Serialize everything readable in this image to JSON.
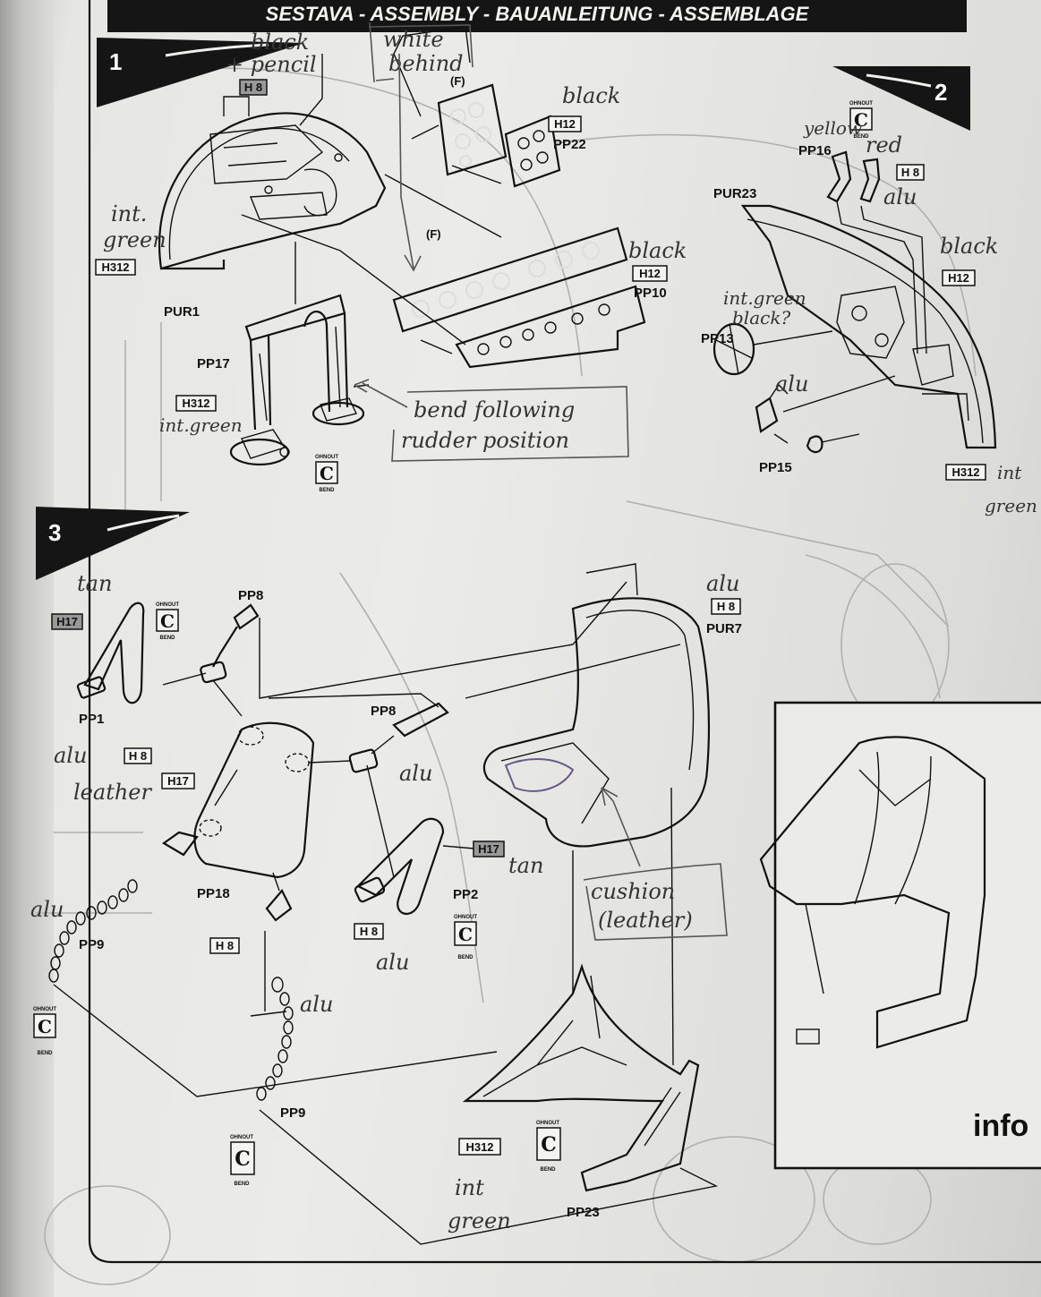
{
  "header": {
    "title": "SESTAVA - ASSEMBLY - BAUANLEITUNG - ASSEMBLAGE"
  },
  "steps": [
    {
      "number": "1"
    },
    {
      "number": "2"
    },
    {
      "number": "3"
    }
  ],
  "parts": {
    "pur1": "PUR1",
    "pp17": "PP17",
    "pp22": "PP22",
    "pp10": "PP10",
    "pp16": "PP16",
    "pur23": "PUR23",
    "pp13": "PP13",
    "pp15": "PP15",
    "pp8_top": "PP8",
    "pp8_mid": "PP8",
    "pp1": "PP1",
    "pur7": "PUR7",
    "pp18": "PP18",
    "pp2": "PP2",
    "pp9_left": "PP9",
    "pp9_bottom": "PP9",
    "pp23": "PP23",
    "f_top": "(F)",
    "f_mid": "(F)"
  },
  "paint_codes": {
    "s1_h8": "H 8",
    "s1_h12_a": "H12",
    "s1_h12_b": "H12",
    "s1_h312_a": "H312",
    "s1_h312_b": "H312",
    "s2_h8": "H 8",
    "s2_h12": "H12",
    "s2_h312": "H312",
    "s3_h17_a": "H17",
    "s3_h8_a": "H 8",
    "s3_h17_b": "H17",
    "s3_h8_b": "H 8",
    "s3_h17_c": "H17",
    "s3_h8_c": "H 8",
    "s3_h8_d": "H 8",
    "s3_h312": "H312"
  },
  "bend_symbol": {
    "top": "OHNOUT",
    "bottom": "BEND",
    "glyph": "C"
  },
  "notes": {
    "black_pencil_1": "black",
    "black_pencil_2": "+ pencil",
    "white_behind_1": "white",
    "white_behind_2": "behind",
    "black_pp22": "black",
    "black_pp10": "black",
    "int_green_1a": "int.",
    "int_green_1b": "green",
    "int_green_pp17": "int.green",
    "bend_rudder_1": "bend following",
    "bend_rudder_2": "rudder position",
    "yellow": "yellow",
    "red": "red",
    "alu_pp16": "alu",
    "black_pur23": "black",
    "int_green_black_1": "int.green",
    "int_green_black_2": "black?",
    "alu_pp15": "alu",
    "int_green_s2a": "int",
    "int_green_s2b": "green",
    "tan_pp1": "tan",
    "alu_pur7": "alu",
    "alu_leather_1": "alu",
    "alu_leather_2": "leather",
    "alu_pp8": "alu",
    "tan_pp2": "tan",
    "cushion_1": "cushion",
    "cushion_2": "(leather)",
    "alu_pp9": "alu",
    "alu_h8": "alu",
    "alu_chain": "alu",
    "int_green_pp23a": "int",
    "int_green_pp23b": "green"
  },
  "info_text": "info"
}
